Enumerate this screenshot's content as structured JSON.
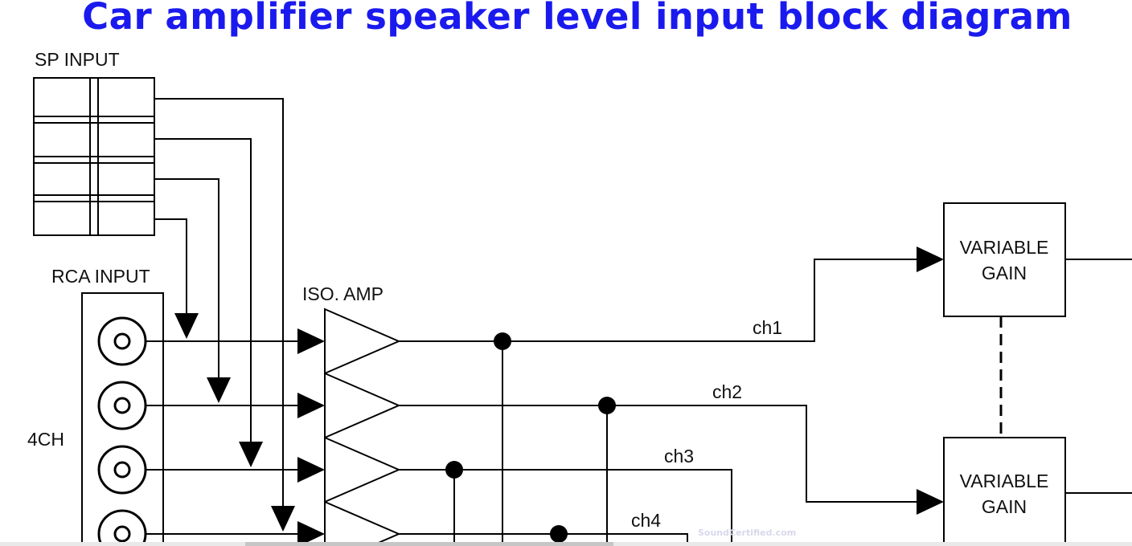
{
  "title": "Car amplifier speaker level input block diagram",
  "labels": {
    "sp_input": "SP INPUT",
    "rca_input": "RCA INPUT",
    "four_ch": "4CH",
    "iso_amp": "ISO. AMP"
  },
  "channels": [
    "ch1",
    "ch2",
    "ch3",
    "ch4"
  ],
  "gain_blocks": [
    {
      "line1": "VARIABLE",
      "line2": "GAIN"
    },
    {
      "line1": "VARIABLE",
      "line2": "GAIN"
    }
  ],
  "watermark": "SoundCertified.com",
  "colors": {
    "title": "#1a1aee",
    "line": "#000000"
  }
}
